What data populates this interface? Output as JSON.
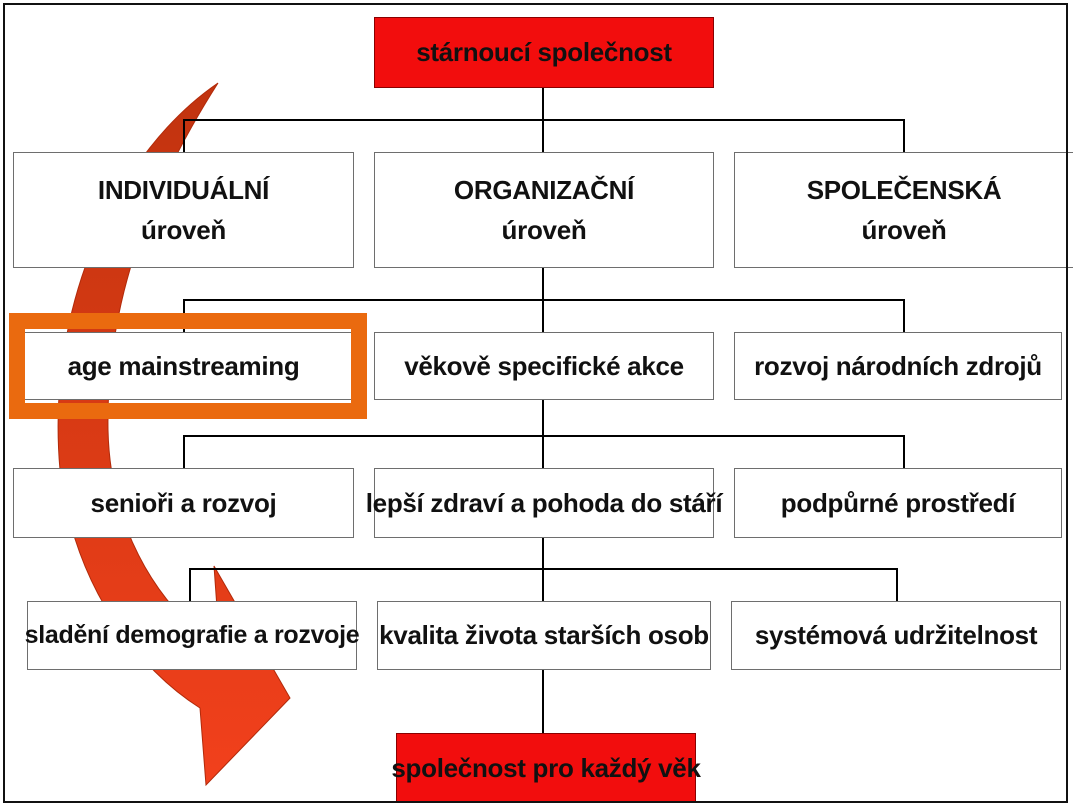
{
  "diagram": {
    "top": "stárnoucí společnost",
    "levels": [
      {
        "title": "INDIVIDUÁLNÍ",
        "subtitle": "úroveň"
      },
      {
        "title": "ORGANIZAČNÍ",
        "subtitle": "úroveň"
      },
      {
        "title": "SPOLEČENSKÁ",
        "subtitle": "úroveň"
      }
    ],
    "row2": [
      "age mainstreaming",
      "věkově specifické akce",
      "rozvoj národních zdrojů"
    ],
    "row3": [
      "senioři a rozvoj",
      "lepší zdraví a pohoda do stáří",
      "podpůrné prostředí"
    ],
    "row4": [
      "sladění demografie a rozvoje",
      "kvalita života starších osob",
      "systémová udržitelnost"
    ],
    "bottom": "společnost pro každý věk",
    "highlighted_item": "age mainstreaming"
  },
  "colors": {
    "accent_red": "#f20d0d",
    "highlight_orange": "#ea6a0f",
    "arrow_dark_red": "#c1330f",
    "arrow_red": "#f2401c",
    "connector": "#000000",
    "box_border": "#6e6e6e"
  }
}
